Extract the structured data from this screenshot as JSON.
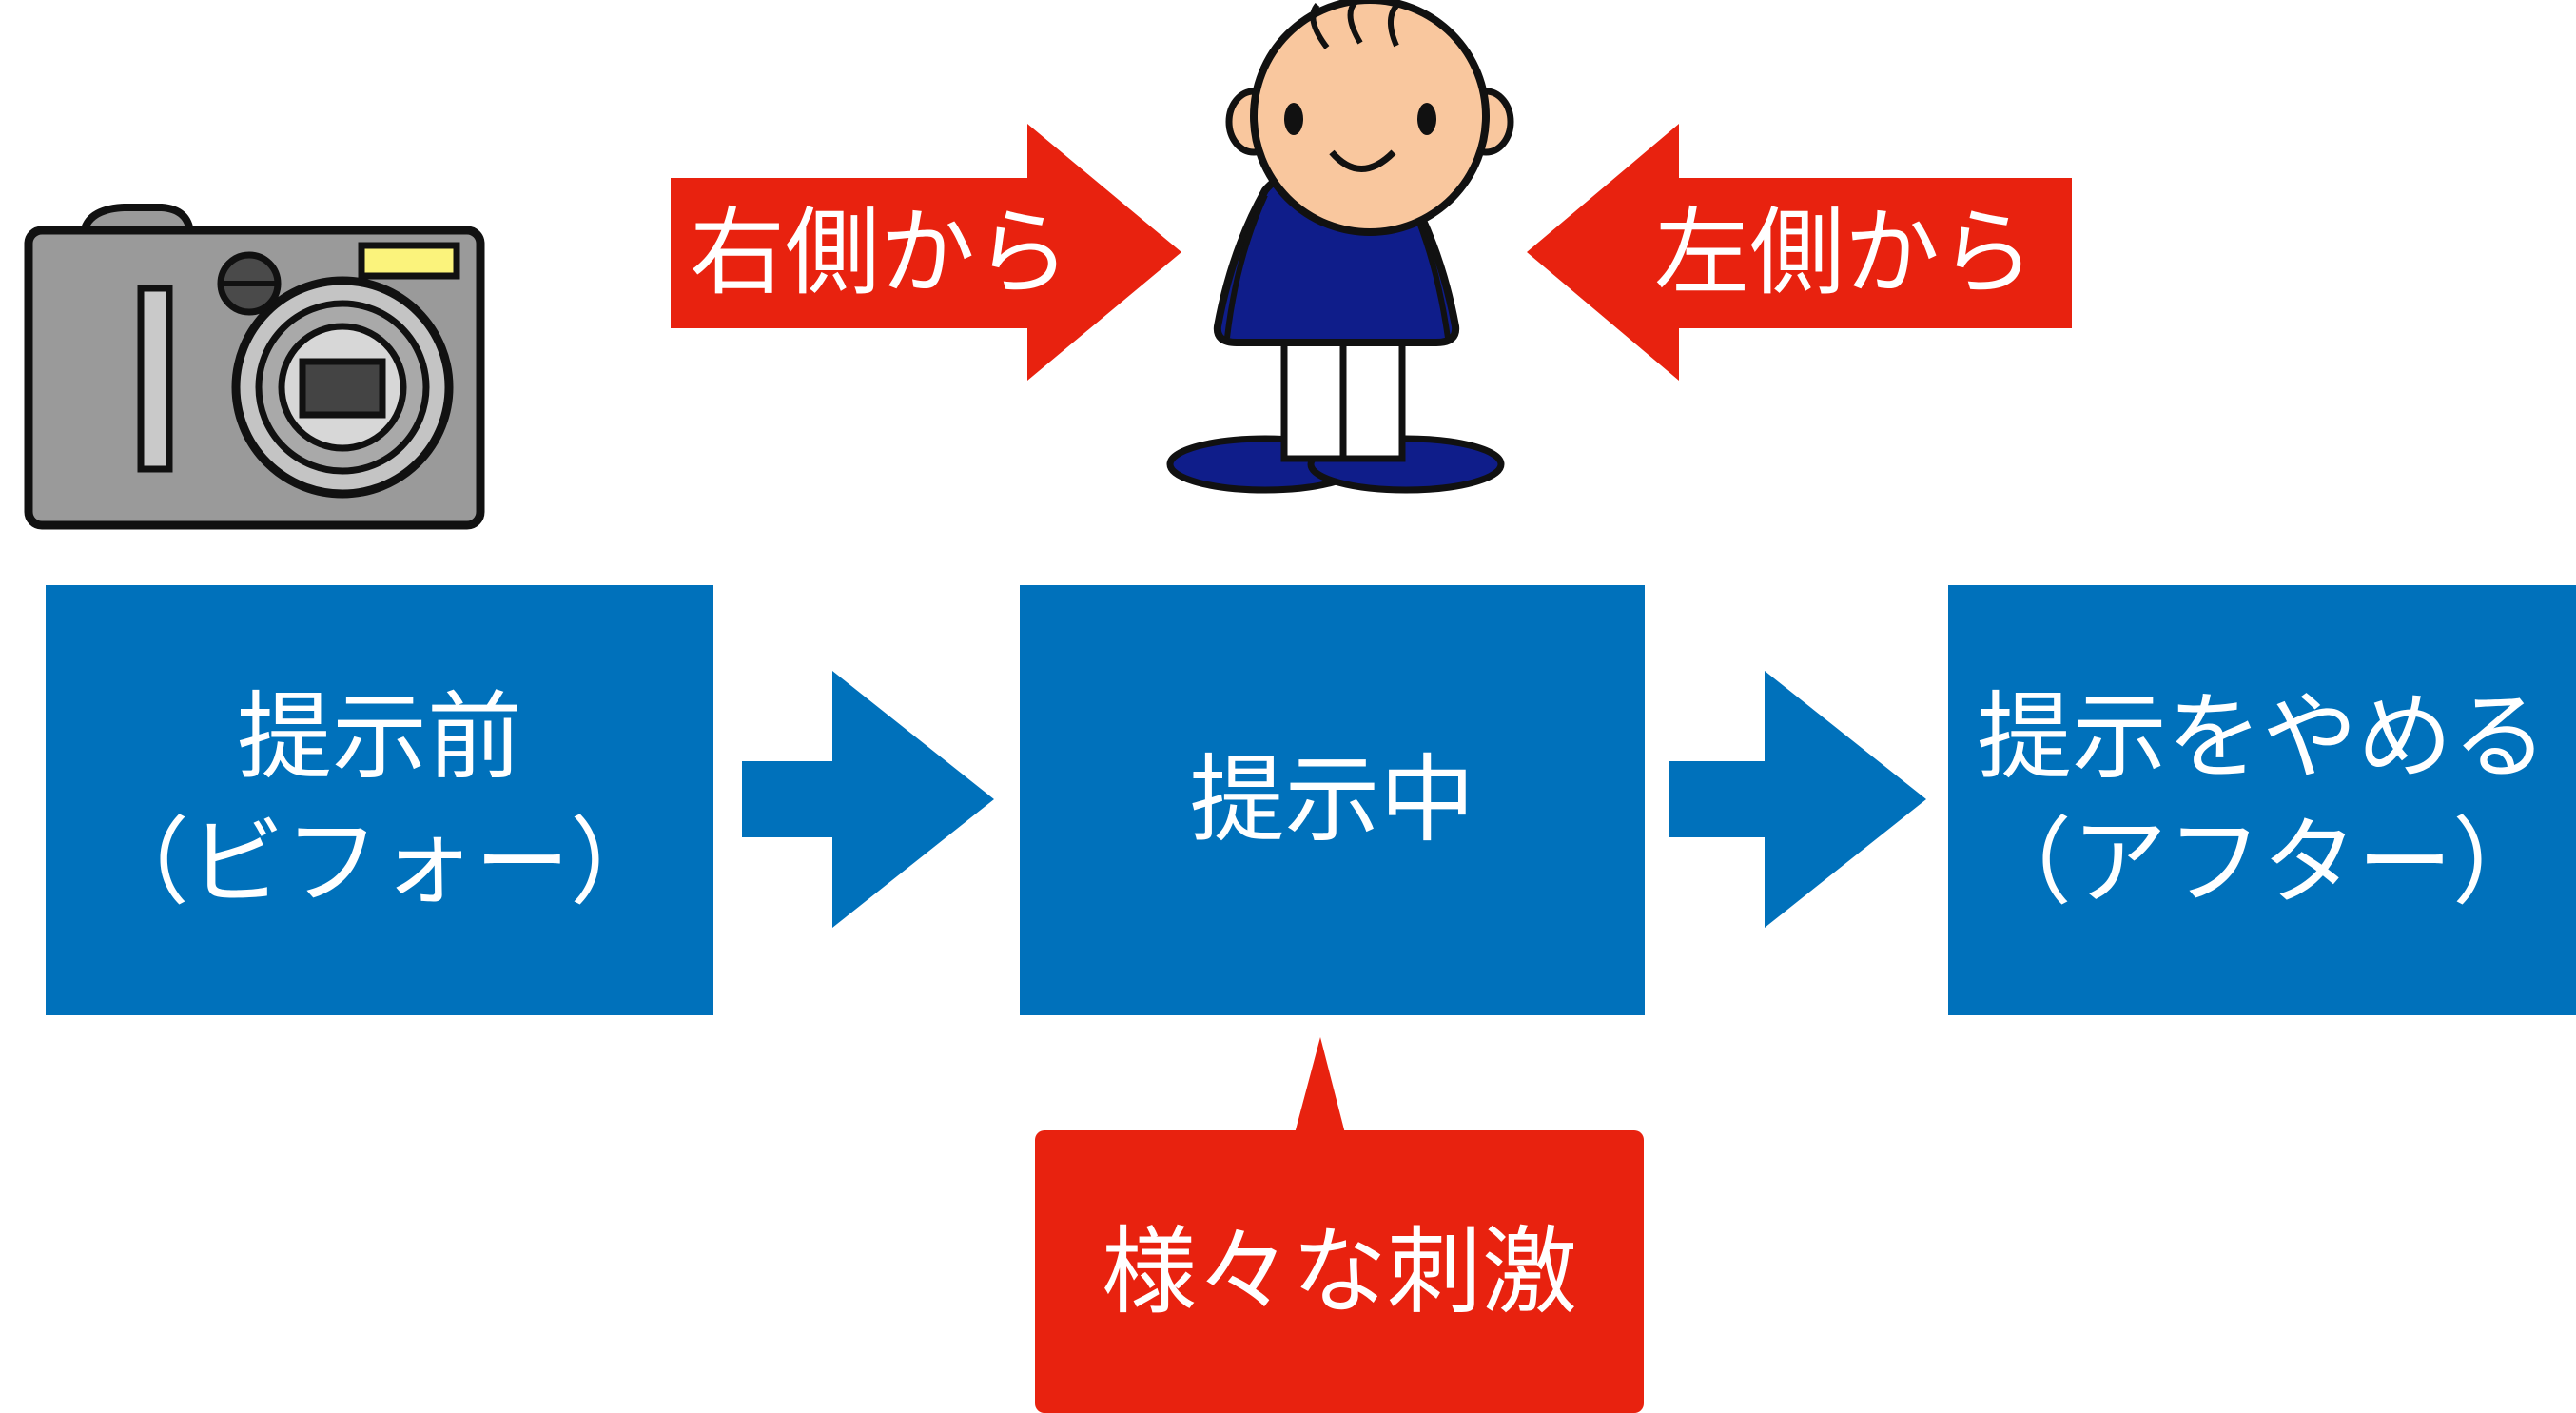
{
  "colors": {
    "stage_box": "#0071bb",
    "accent_red": "#e8220f",
    "arrow_blue": "#0071bb",
    "person_shirt": "#0f1d8a",
    "person_skin": "#f9c79e",
    "camera_body": "#9a9a9a"
  },
  "icons": {
    "camera": "camera-icon",
    "person": "child-person-icon"
  },
  "arrows": {
    "right_side_label": "右側から",
    "left_side_label": "左側から"
  },
  "stages": [
    {
      "line1": "提示前",
      "line2": "（ビフォー）"
    },
    {
      "line1": "提示中",
      "line2": ""
    },
    {
      "line1": "提示をやめる",
      "line2": "（アフター）"
    }
  ],
  "stimulus": {
    "label": "様々な刺激"
  }
}
